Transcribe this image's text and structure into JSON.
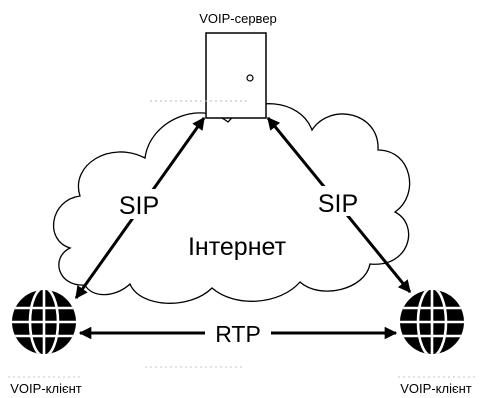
{
  "title": "VOIP-сервер",
  "cloud_label": "Інтернет",
  "links": {
    "left": "SIP",
    "right": "SIP",
    "bottom": "RTP"
  },
  "clients": {
    "left": "VOIP-клієнт",
    "right": "VOIP-клієнт"
  },
  "icons": {
    "server": "server-door-icon",
    "client": "globe-icon",
    "cloud": "cloud-icon"
  },
  "colors": {
    "stroke": "#000000",
    "background": "#ffffff"
  }
}
